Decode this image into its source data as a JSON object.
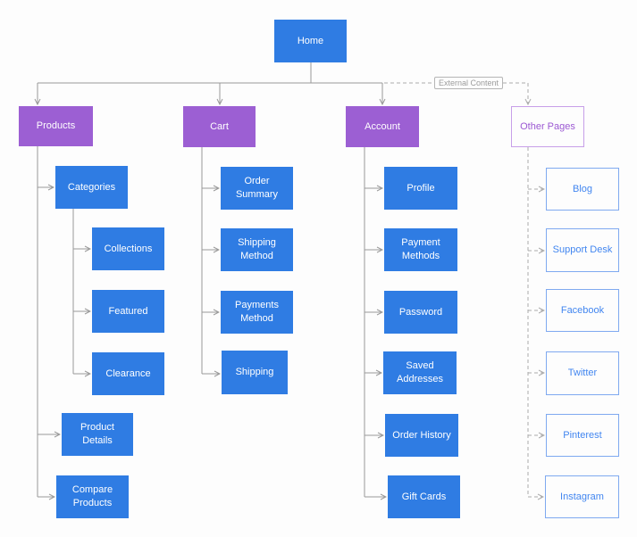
{
  "diagram": {
    "root": {
      "label": "Home"
    },
    "external_content_label": "External Content",
    "columns": [
      {
        "label": "Products",
        "children": [
          {
            "label": "Categories",
            "children": [
              {
                "label": "Collections"
              },
              {
                "label": "Featured"
              },
              {
                "label": "Clearance"
              }
            ]
          },
          {
            "label": "Product Details"
          },
          {
            "label": "Compare Products"
          }
        ]
      },
      {
        "label": "Cart",
        "children": [
          {
            "label": "Order Summary"
          },
          {
            "label": "Shipping Method"
          },
          {
            "label": "Payments Method"
          },
          {
            "label": "Shipping"
          }
        ]
      },
      {
        "label": "Account",
        "children": [
          {
            "label": "Profile"
          },
          {
            "label": "Payment Methods"
          },
          {
            "label": "Password"
          },
          {
            "label": "Saved Addresses"
          },
          {
            "label": "Order History"
          },
          {
            "label": "Gift Cards"
          }
        ]
      },
      {
        "label": "Other Pages",
        "link_type": "external-dashed",
        "children": [
          {
            "label": "Blog"
          },
          {
            "label": "Support Desk"
          },
          {
            "label": "Facebook"
          },
          {
            "label": "Twitter"
          },
          {
            "label": "Pinterest"
          },
          {
            "label": "Instagram"
          }
        ]
      }
    ],
    "colors": {
      "node_blue": "#2F7CE3",
      "node_purple": "#9C5FD3",
      "outline_blue_border": "#7FA9F0",
      "outline_blue_text": "#4286F0",
      "outline_purple_border": "#C79FE9",
      "outline_purple_text": "#9C59D3",
      "connector": "#999999",
      "external_connector": "#ABABAB",
      "external_label_text": "#9C9C9C"
    }
  }
}
